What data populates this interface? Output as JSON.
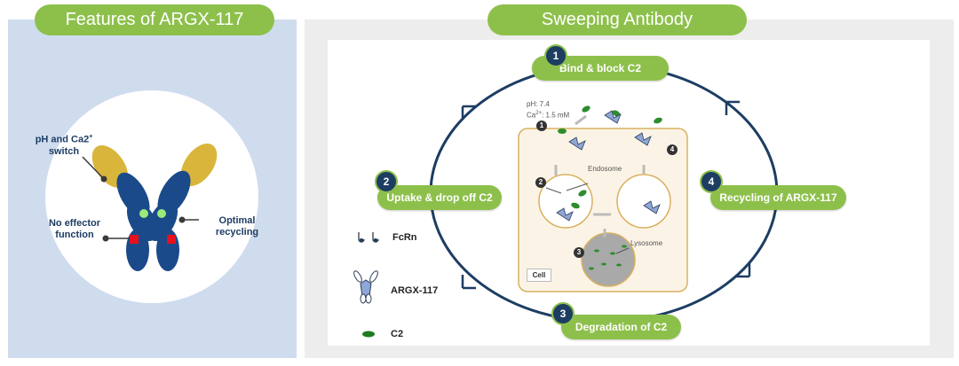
{
  "left": {
    "title": "Features of ARGX-117",
    "labels": {
      "ph_switch_line1": "pH and Ca2",
      "ph_switch_sup": "+",
      "ph_switch_line2": "switch",
      "no_effector_line1": "No effector",
      "no_effector_line2": "function",
      "optimal_line1": "Optimal",
      "optimal_line2": "recycling"
    }
  },
  "right": {
    "title": "Sweeping Antibody",
    "steps": [
      {
        "num": "1",
        "label": "Bind & block C2"
      },
      {
        "num": "2",
        "label": "Uptake & drop off C2"
      },
      {
        "num": "3",
        "label": "Degradation of C2"
      },
      {
        "num": "4",
        "label": "Recycling of ARGX-117"
      }
    ],
    "legend": [
      {
        "label": "FcRn",
        "icon": "fcrn-icon"
      },
      {
        "label": "ARGX-117",
        "icon": "antibody-icon"
      },
      {
        "label": "C2",
        "icon": "c2-icon"
      }
    ],
    "cell": {
      "ph": "pH: 7.4",
      "ca": "Ca",
      "ca_sup": "2+",
      "ca_value": ": 1.5 mM",
      "endosome": "Endosome",
      "lysosome": "Lysosome",
      "cell_label": "Cell",
      "markers": [
        "1",
        "2",
        "3",
        "4"
      ]
    }
  },
  "colors": {
    "green": "#8dc04b",
    "navy": "#1d3d63",
    "gold": "#d9b53b",
    "red": "#e8101c",
    "light_green": "#9bea7a"
  }
}
